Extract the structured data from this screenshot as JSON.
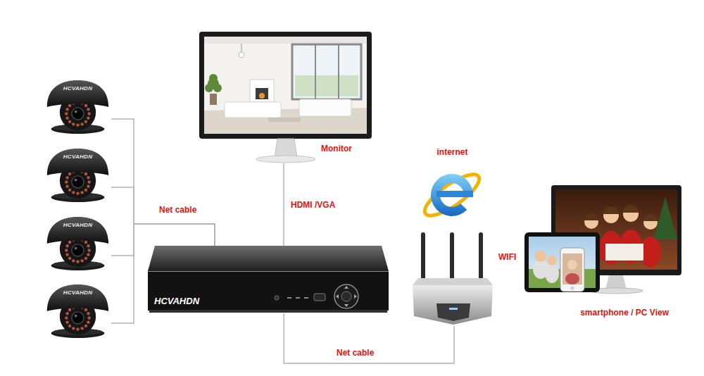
{
  "diagram": {
    "nodes": [
      {
        "text": [
          "HCVAHDN"
        ]
      },
      {
        "text": [
          "HCVAHDN"
        ]
      },
      {
        "text": [
          "HCVAHDN"
        ]
      },
      {
        "text": [
          "HCVAHDN"
        ]
      },
      {
        "text": [
          "HCVAHDN"
        ]
      },
      {
        "text": [
          "Monitor"
        ]
      },
      {
        "text": [
          "internet"
        ]
      },
      {
        "text": [
          "smartphone / PC View"
        ]
      }
    ],
    "edges": [
      {
        "from": 0,
        "to": 4,
        "arrow": "none",
        "label": "Net cable"
      },
      {
        "from": 1,
        "to": 4,
        "arrow": "none"
      },
      {
        "from": 2,
        "to": 4,
        "arrow": "none"
      },
      {
        "from": 3,
        "to": 4,
        "arrow": "none"
      },
      {
        "from": 4,
        "to": 5,
        "arrow": "none",
        "label": "HDMI /VGA"
      },
      {
        "from": 4,
        "to": 6,
        "arrow": "none",
        "label": "Net cable"
      }
    ],
    "labels": [
      "WIFI"
    ]
  }
}
